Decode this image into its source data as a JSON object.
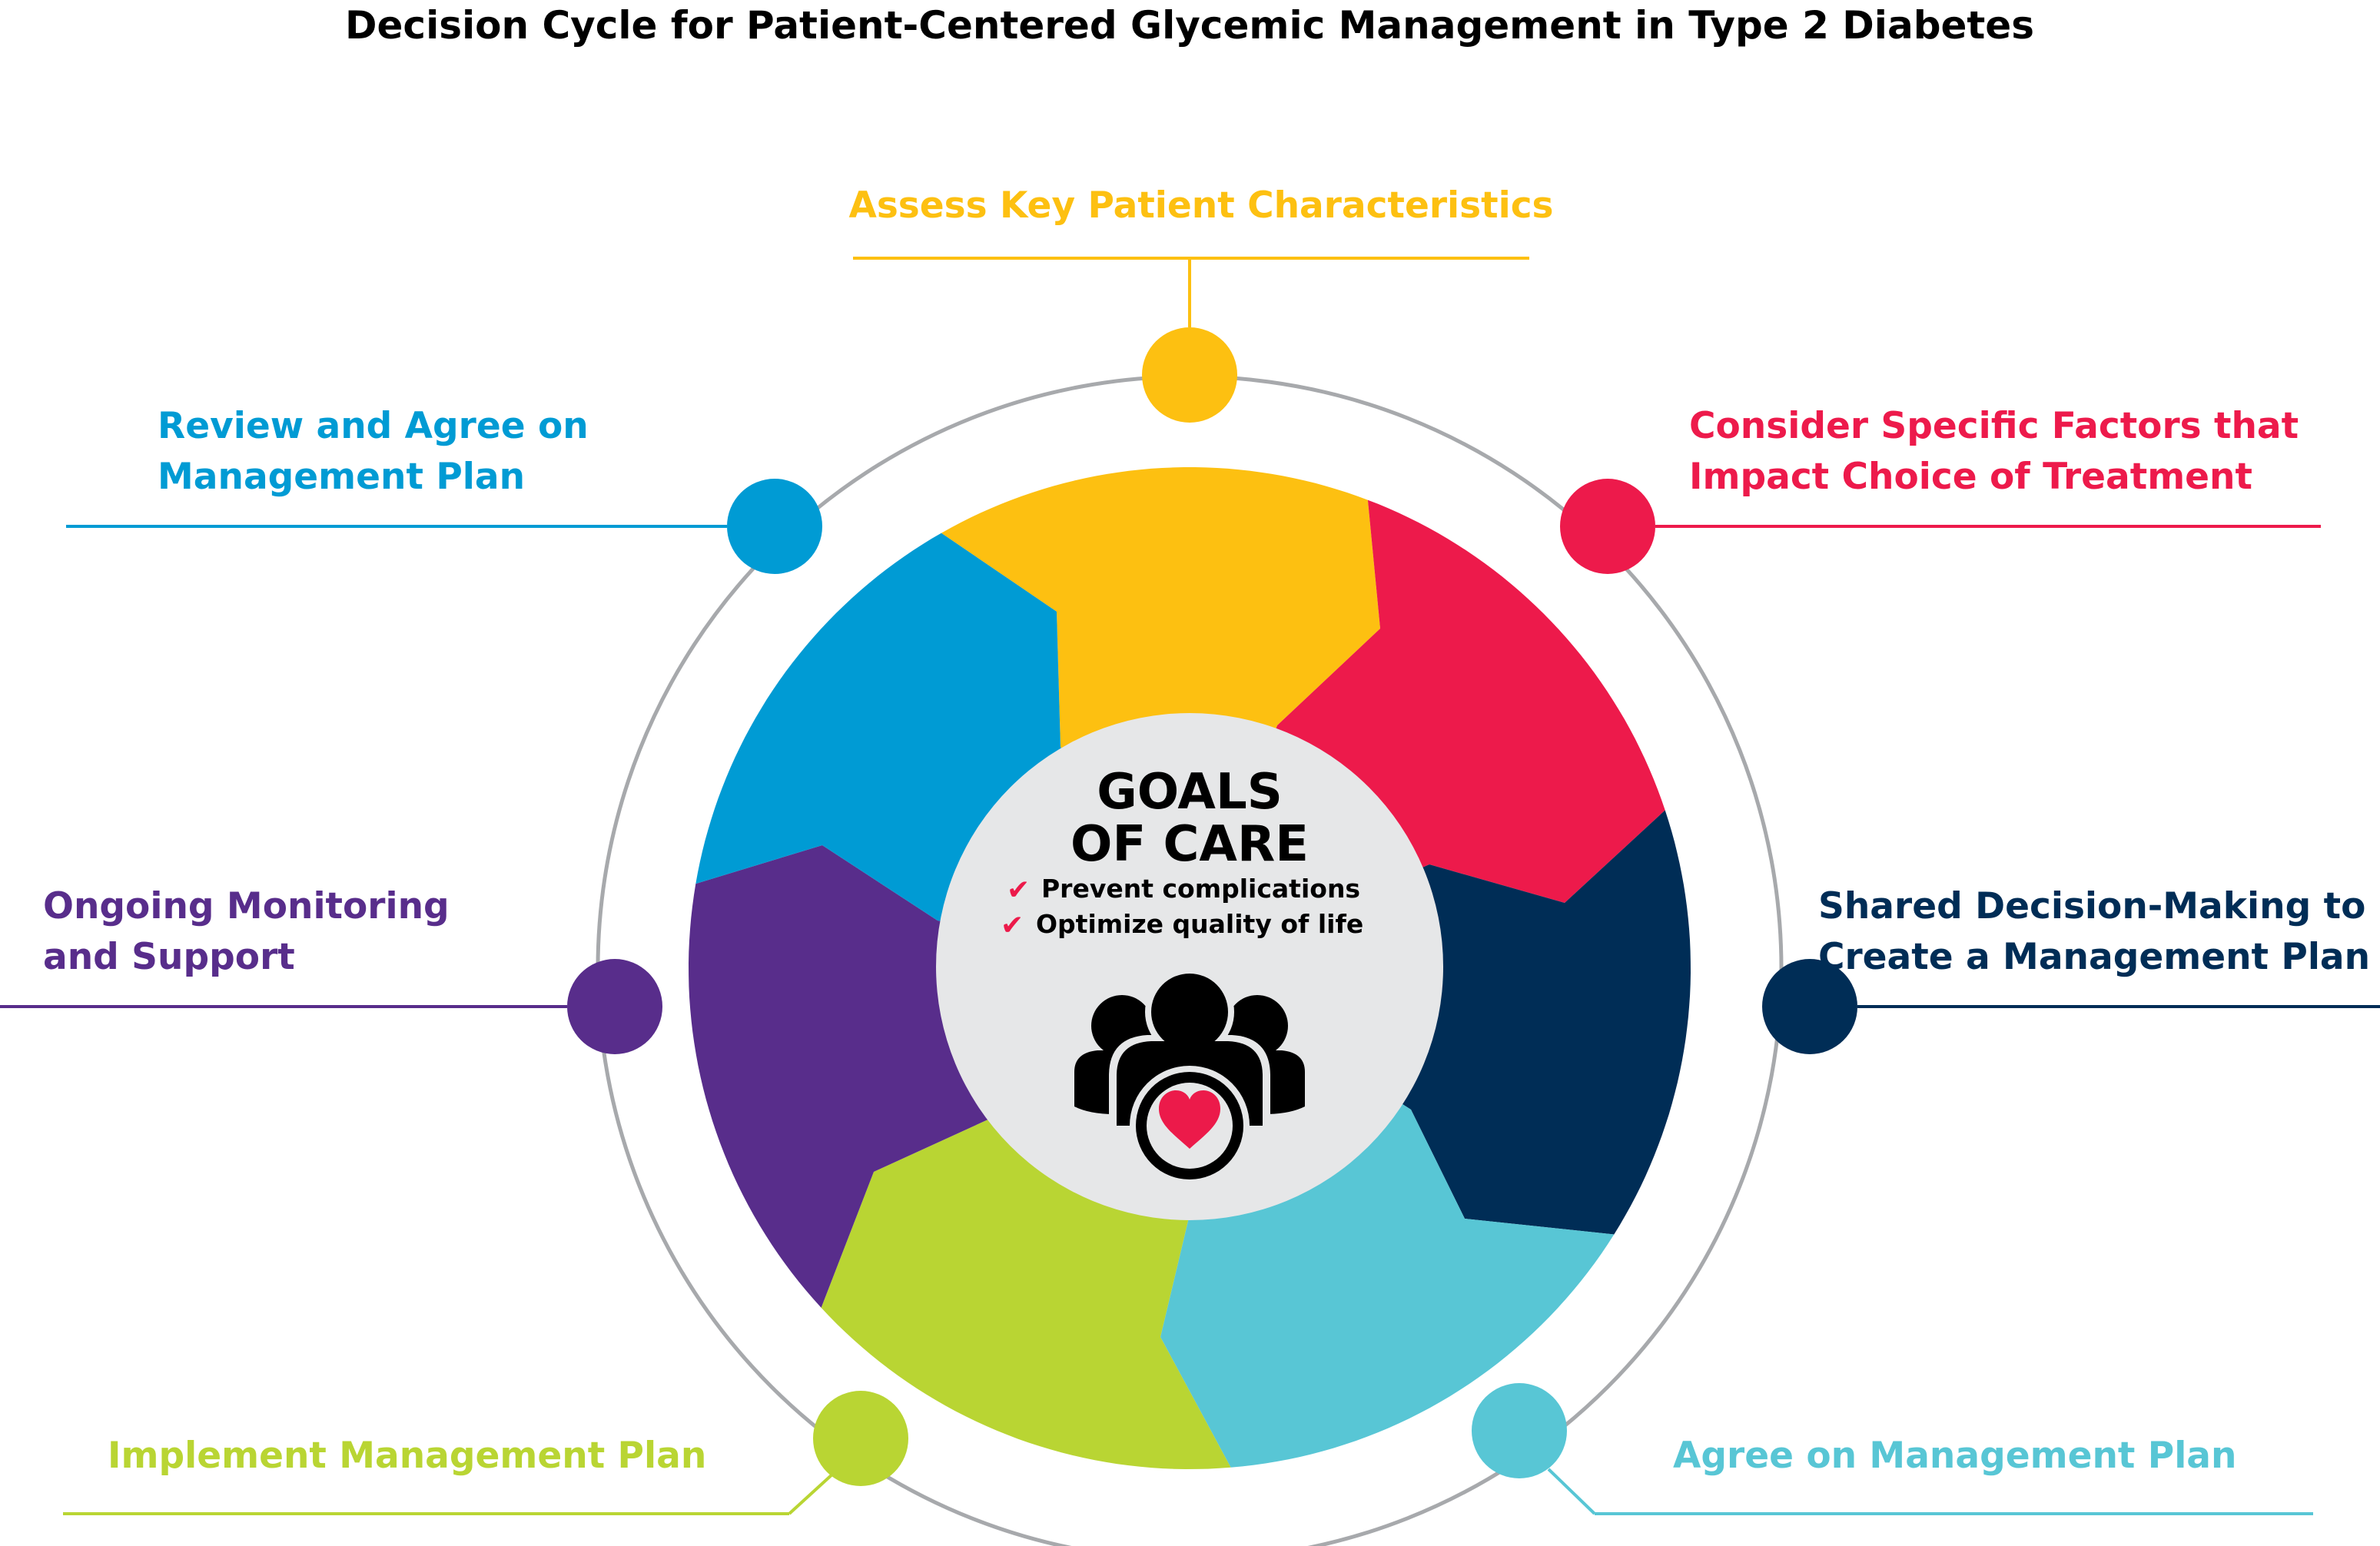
{
  "title": "Decision Cycle for Patient-Centered Glycemic Management in Type 2 Diabetes",
  "center": {
    "heading_line1": "GOALS",
    "heading_line2": "OF CARE",
    "goals": [
      {
        "icon": "check-icon",
        "check": "✔",
        "text": "Prevent complications"
      },
      {
        "icon": "check-icon",
        "check": "✔",
        "text": "Optimize quality of life"
      }
    ],
    "icon": "patient-group-heart-icon",
    "fill": "#e6e7e8"
  },
  "ring_color": "#a7a9ac",
  "steps": [
    {
      "id": "assess",
      "lines": [
        "Assess Key Patient Characteristics"
      ],
      "color": "#fdc011"
    },
    {
      "id": "consider",
      "lines": [
        "Consider Specific Factors that",
        "Impact Choice of Treatment"
      ],
      "color": "#ed1a4b"
    },
    {
      "id": "shared",
      "lines": [
        "Shared Decision-Making to",
        "Create a Management Plan"
      ],
      "color": "#002d56"
    },
    {
      "id": "agree",
      "lines": [
        "Agree on Management Plan"
      ],
      "color": "#58c6d5"
    },
    {
      "id": "implement",
      "lines": [
        "Implement Management Plan"
      ],
      "color": "#b9d533"
    },
    {
      "id": "monitor",
      "lines": [
        "Ongoing Monitoring",
        "and Support"
      ],
      "color": "#582d8b"
    },
    {
      "id": "review",
      "lines": [
        "Review and Agree on",
        "Management Plan"
      ],
      "color": "#009bd4"
    }
  ],
  "heart_color": "#ec1a4a"
}
